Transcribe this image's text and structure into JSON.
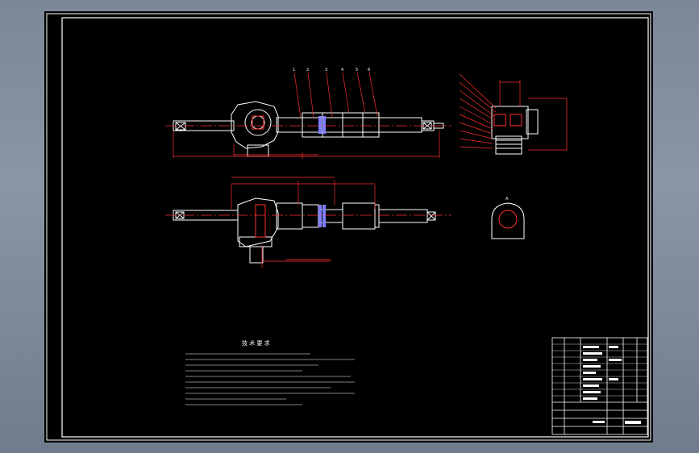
{
  "tech_requirements": {
    "title": "技 术 要 求"
  },
  "section_label": "A",
  "balloons": [
    "1",
    "2",
    "3",
    "4",
    "5",
    "6"
  ],
  "colors": {
    "background": "#000000",
    "outline": "#ffffff",
    "dimension": "#ff3030",
    "centerline": "#ff3030",
    "accent": "#7f7fff",
    "hatch": "#ff3030"
  }
}
